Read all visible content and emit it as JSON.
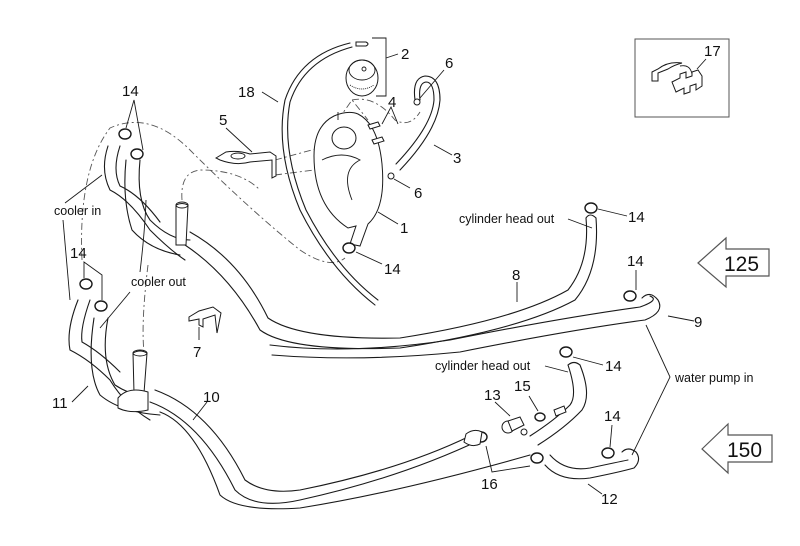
{
  "diagram": {
    "title": "Cooling system parts diagram",
    "part_numbers": {
      "p1": "1",
      "p2": "2",
      "p3": "3",
      "p4": "4",
      "p5": "5",
      "p6a": "6",
      "p6b": "6",
      "p7": "7",
      "p8": "8",
      "p9": "9",
      "p10": "10",
      "p11": "11",
      "p12": "12",
      "p13": "13",
      "p14a": "14",
      "p14b": "14",
      "p14c": "14",
      "p14d": "14",
      "p14e": "14",
      "p14f": "14",
      "p15": "15",
      "p16": "16",
      "p17": "17",
      "p18": "18"
    },
    "labels": {
      "cooler_in": "cooler in",
      "cooler_out": "cooler out",
      "cylinder_head_out_upper": "cylinder head out",
      "cylinder_head_out_lower": "cylinder head out",
      "water_pump_in": "water pump in"
    },
    "variant_arrows": [
      {
        "label": "125"
      },
      {
        "label": "150"
      }
    ],
    "inset": {
      "part_number": "17"
    }
  }
}
